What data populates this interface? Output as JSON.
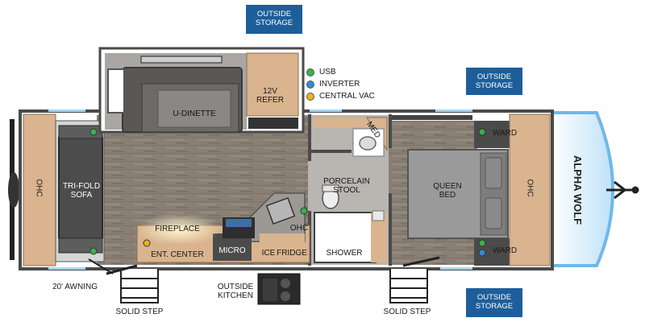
{
  "storage_labels": {
    "top": [
      "OUTSIDE",
      "STORAGE"
    ],
    "right_top": [
      "OUTSIDE",
      "STORAGE"
    ],
    "right_bottom": [
      "OUTSIDE",
      "STORAGE"
    ]
  },
  "legend": [
    {
      "label": "USB",
      "color": "#37b34a"
    },
    {
      "label": "INVERTER",
      "color": "#2f8ddb"
    },
    {
      "label": "CENTRAL VAC",
      "color": "#f2b01e"
    }
  ],
  "rooms": {
    "ohc_front": "OHC",
    "sofa": [
      "TRI-FOLD",
      "SOFA"
    ],
    "dinette": "U-DINETTE",
    "refer": [
      "12V",
      "REFER"
    ],
    "med": "MED",
    "stool": [
      "PORCELAIN",
      "STOOL"
    ],
    "bed": [
      "QUEEN",
      "BED"
    ],
    "ward_top": "WARD",
    "ward_bottom": "WARD",
    "ohc_rear": "OHC",
    "ohc_kitchen": "OHC",
    "fireplace": "FIREPLACE",
    "ent_center": "ENT. CENTER",
    "micro": "MICRO",
    "ice": "ICE",
    "fridge": "FRIDGE",
    "shower": "SHOWER"
  },
  "exterior": {
    "awning": "20' AWNING",
    "outside_kitchen": [
      "OUTSIDE",
      "KITCHEN"
    ],
    "step_left": "SOLID STEP",
    "step_right": "SOLID STEP"
  },
  "brand": "ALPHA WOLF",
  "colors": {
    "wall": "#4a4a4a",
    "floor": "#8f8478",
    "cabinet": "#d9b48f",
    "storage": "#1d5e9a",
    "glow": "#7fc3f0"
  }
}
